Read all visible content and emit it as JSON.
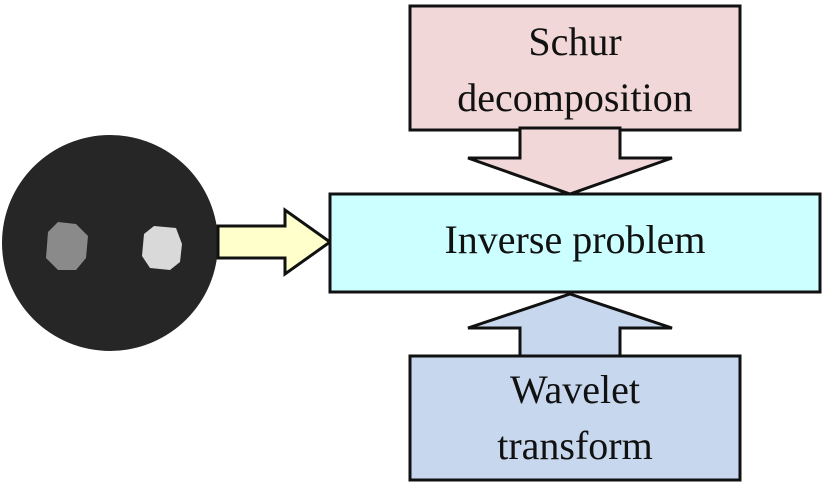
{
  "diagram": {
    "top_box": {
      "lines": [
        "Schur",
        "decomposition"
      ],
      "fill": "#f1d7d7"
    },
    "center_box": {
      "text": "Inverse problem",
      "fill": "#ccffff"
    },
    "bottom_box": {
      "lines": [
        "Wavelet",
        "transform"
      ],
      "fill": "#c6d7ee"
    },
    "input_arrow": {
      "fill": "#ffffcc"
    },
    "down_arrow": {
      "fill": "#f1d7d7"
    },
    "up_arrow": {
      "fill": "#c6d7ee"
    },
    "phantom_image": {
      "icon": "tomography-phantom-image",
      "fill": "#262626"
    }
  }
}
